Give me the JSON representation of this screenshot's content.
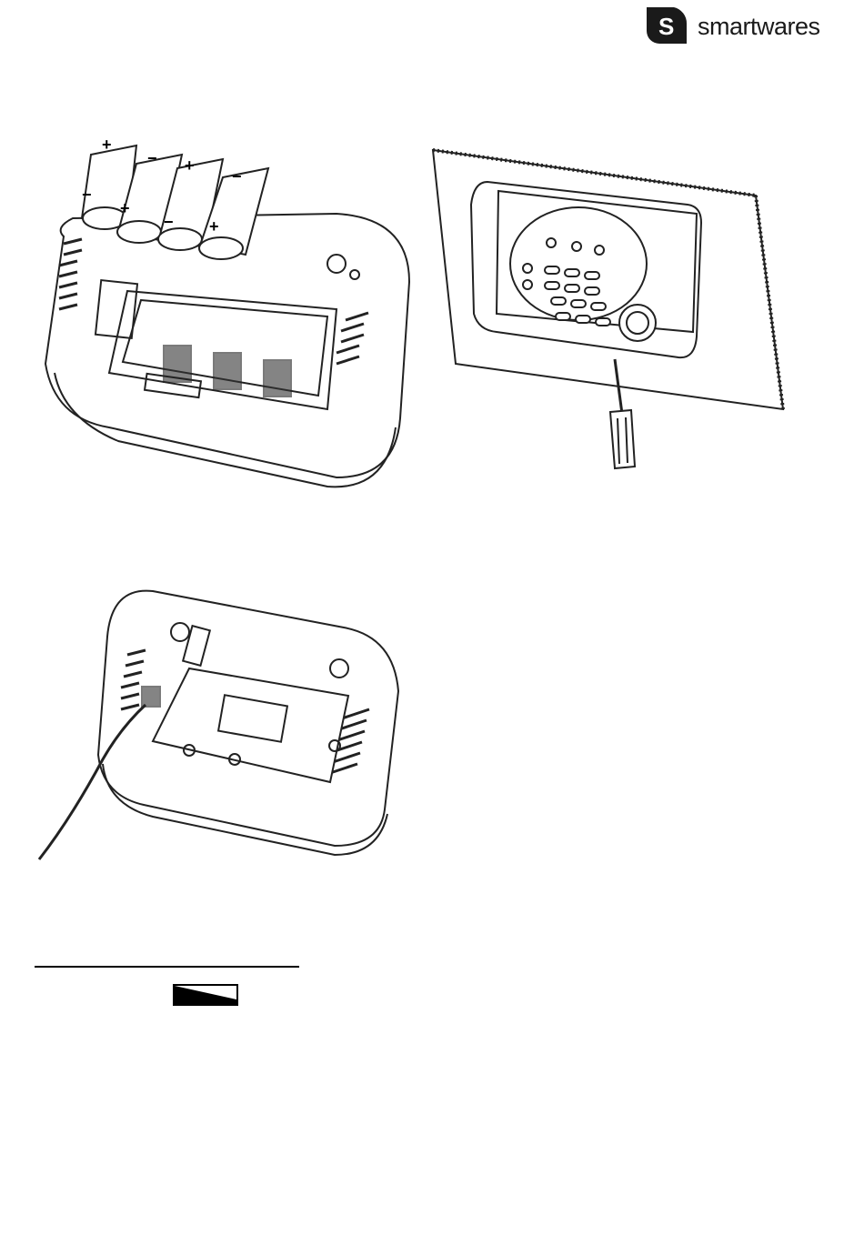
{
  "header": {
    "brand": "smartwares",
    "logo_mark": "s-logo-icon"
  },
  "figures": [
    {
      "name": "battery-insertion-illustration"
    },
    {
      "name": "wall-mounting-illustration"
    },
    {
      "name": "back-panel-cable-illustration"
    }
  ],
  "footer": {
    "battery_indicator": "battery-low-icon"
  },
  "colors": {
    "ink": "#1a1a1a",
    "paper": "#ffffff"
  }
}
